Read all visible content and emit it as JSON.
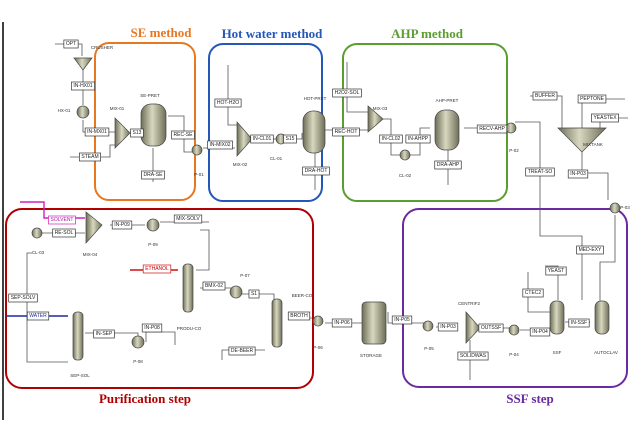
{
  "titles": {
    "se": "SE method",
    "hot": "Hot water method",
    "ahp": "AHP method",
    "pur": "Purification step",
    "ssf": "SSF step"
  },
  "colors": {
    "se": "#e87722",
    "hot": "#2457b8",
    "ahp": "#5a9e2f",
    "pur": "#b00000",
    "ssf": "#6a2aa0",
    "solvent": "#d020c0",
    "ethanol": "#d01010",
    "water": "#1a2aa0"
  },
  "streams": [
    "OPT",
    "IN-HX01",
    "IN-MX01",
    "STEAM",
    "S13",
    "REC-SE",
    "DRA-SE",
    "IN-MIX02",
    "HOT-H2O",
    "IN-CL01",
    "S15",
    "DRA-HOT",
    "H2O2-SOL",
    "REC-HOT",
    "IN-CL02",
    "IN-AHPP",
    "DRA-AHP",
    "RECV-AHP",
    "BUFFER",
    "PEPTONE",
    "YEASTEX",
    "TREAT-SO",
    "IN-P03",
    "SOLVENT",
    "RE-SOL",
    "IN-P09",
    "MIX-SOLV",
    "ETHANOL",
    "BMX-02",
    "S1",
    "SEP-SOLV",
    "WATER",
    "IN-SEP",
    "IN-P08",
    "DE-BEER",
    "BROTH",
    "IN-P06",
    "IN-P05",
    "IN-P03",
    "OUTSSF",
    "SOLIDWAS",
    "IN-P04",
    "CTEC2",
    "YEAST",
    "IN-SSF",
    "MED-EXY"
  ],
  "units": [
    "CRUSHER",
    "HX-01",
    "MIX-01",
    "SE-PRET",
    "P-01",
    "MIX-02",
    "CL-01",
    "HOT-PRET",
    "MIX-03",
    "CL-02",
    "AHP-PRET",
    "P-02",
    "MIXTANK",
    "P-03",
    "CL-03",
    "MIX-04",
    "P-09",
    "P-07",
    "BEER-CO",
    "PRODU-CO",
    "P-08",
    "SEP-SOL",
    "P-06",
    "STORAGE",
    "P-05",
    "CENTRIF2",
    "P-04",
    "SSF",
    "AUTOCLAV"
  ]
}
